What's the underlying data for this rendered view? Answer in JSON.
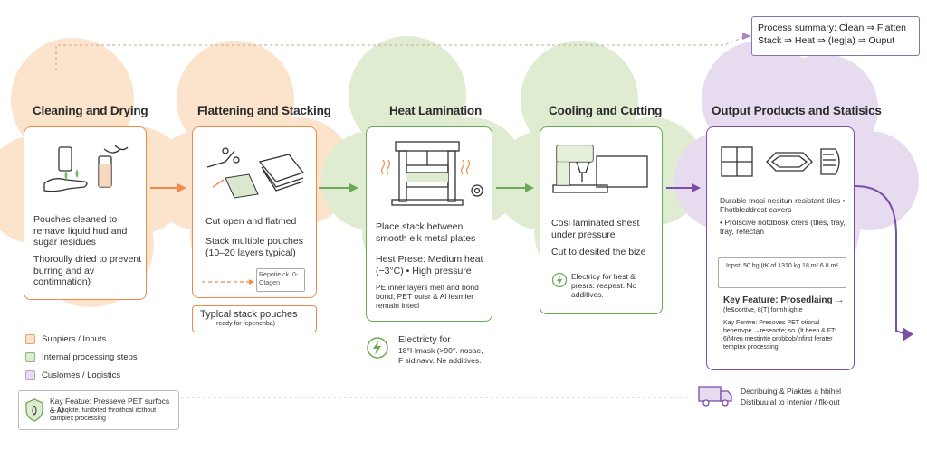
{
  "summary": {
    "line1": "Process summary: Clean ⇒ Flatten",
    "line2": "Stack ⇒ Heat ⇒ (Ieg|a) ⇒ Ouput"
  },
  "stages": [
    {
      "title": "Cleaning and Drying",
      "text1": "Pouches cleaned to remave liquid hud and sugar residues",
      "text2": "Thoroully dried to prevent burring and av contimnation)"
    },
    {
      "title": "Flattening and Stacking",
      "text1": "Cut open and flatmed",
      "text2": "Stack multiple pouches (10–20 layers typical)",
      "tag": "Repotie ck. 0-Otagen",
      "callout_title": "Typlcal stack pouches",
      "callout_sub": "ready for fepenenba)"
    },
    {
      "title": "Heat Lamination",
      "text1": "Place stack between smooth eik metal plates",
      "text2": "Hest Prese: Medium heat (−3°C) • High pressure",
      "text3": "PE inner layers melt and bond bond; PET ouisr & Al lesmier remain intecl",
      "energy_line1": "Electricty for",
      "energy_line2": "18°I-lmask (>90°. nosae,",
      "energy_line3": "F sidinavv. Ne additives."
    },
    {
      "title": "Cooling and Cutting",
      "text1": "Cosl laminated shest under pressure",
      "text2": "Cut to desited the bize",
      "energy": "Electricy for hest & presrs: reapest. No additives."
    },
    {
      "title": "Output Products and Statisics",
      "text1": "Durable mosi-nesitun-resistant-tiles • Fhotbleddrost cavers",
      "text2": "• Prolscive notdbosk crers (tlles, tray, tray, refectan",
      "text3": "Inpst: 50 bg (tK of 1310 kg 18 m² 6.8 m²",
      "feat_title": "Key Feature: Prosedlaing →",
      "feat_sub": "(fe&oortive, 8(T) formh ighte",
      "feat2": "Kay Fentve: Presoves PET otional beperrvpe →reseante; so. (lt been & FT: 6ñ4ren mestintte probbob/infirst ferater temptex processing:"
    }
  ],
  "legend": [
    {
      "label": "Suppiers / Inputs",
      "color": "#f0a070"
    },
    {
      "label": "Internal processing steps",
      "color": "#88b878"
    },
    {
      "label": "Cuslomes / Logistics",
      "color": "#b9a1d2"
    }
  ],
  "key_feature": {
    "line1": "Kay Featue: Presseve PET surfocs & Al",
    "line2": "— Laqkite. funtbited fhroithcal itcthout",
    "line3": "camplex processing"
  },
  "logistics": {
    "line1": "Decribuing & Piaktes a hbihel",
    "line2": "Distibuuial to Intenior / flk-out"
  },
  "colors": {
    "orange": "#f08a4b",
    "green": "#6aaa55",
    "purple": "#7b4fa8",
    "orange_bg": "#fbe3cc",
    "green_bg": "#dfecd2",
    "purple_bg": "#e6dbef"
  }
}
